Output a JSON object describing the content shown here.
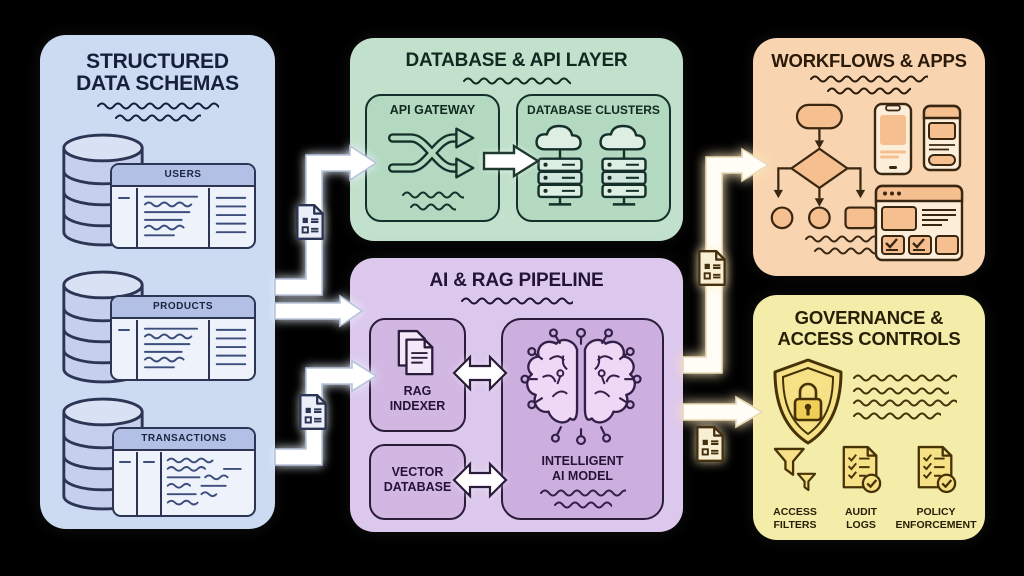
{
  "canvas": {
    "background": "#000000"
  },
  "colors": {
    "schemas_panel": "#ccdaf2",
    "api_panel": "#c2e1cc",
    "rag_panel": "#dcc8ec",
    "workflows_panel": "#f8d5b0",
    "governance_panel": "#f4eca9",
    "arrow_white": "#ffffff",
    "table_header": "#b2c0e5",
    "outline_dark": "#1c2440"
  },
  "schemas": {
    "title": [
      "STRUCTURED",
      "DATA SCHEMAS"
    ],
    "tables": [
      {
        "name": "USERS",
        "icon": "database-cylinder-icon"
      },
      {
        "name": "PRODUCTS",
        "icon": "database-cylinder-icon"
      },
      {
        "name": "TRANSACTIONS",
        "icon": "database-cylinder-icon"
      }
    ]
  },
  "api_layer": {
    "title": "DATABASE & API LAYER",
    "gateway": {
      "label": "API GATEWAY",
      "icon": "shuffle-arrows-icon"
    },
    "clusters": {
      "label": "DATABASE CLUSTERS",
      "icon": "cloud-server-icon"
    }
  },
  "rag": {
    "title": "AI & RAG PIPELINE",
    "indexer": {
      "line1": "RAG",
      "line2": "INDEXER",
      "icon": "documents-stack-icon"
    },
    "vector": {
      "line1": "VECTOR",
      "line2": "DATABASE"
    },
    "model": {
      "line1": "INTELLIGENT",
      "line2": "AI MODEL",
      "icon": "brain-network-icon"
    }
  },
  "workflows": {
    "title": "WORKFLOWS & APPS",
    "icons": [
      "flowchart-icon",
      "phone-icon",
      "phone-icon",
      "browser-checklist-icon"
    ]
  },
  "governance": {
    "title": [
      "GOVERNANCE &",
      "ACCESS CONTROLS"
    ],
    "shield_icon": "shield-lock-icon",
    "items": [
      {
        "line1": "ACCESS",
        "line2": "FILTERS",
        "icon": "funnel-icon"
      },
      {
        "line1": "AUDIT",
        "line2": "LOGS",
        "icon": "checklist-doc-icon"
      },
      {
        "line1": "POLICY",
        "line2": "ENFORCEMENT",
        "icon": "checklist-doc-icon"
      }
    ]
  },
  "connectors": {
    "file_icon": "data-file-icon"
  }
}
